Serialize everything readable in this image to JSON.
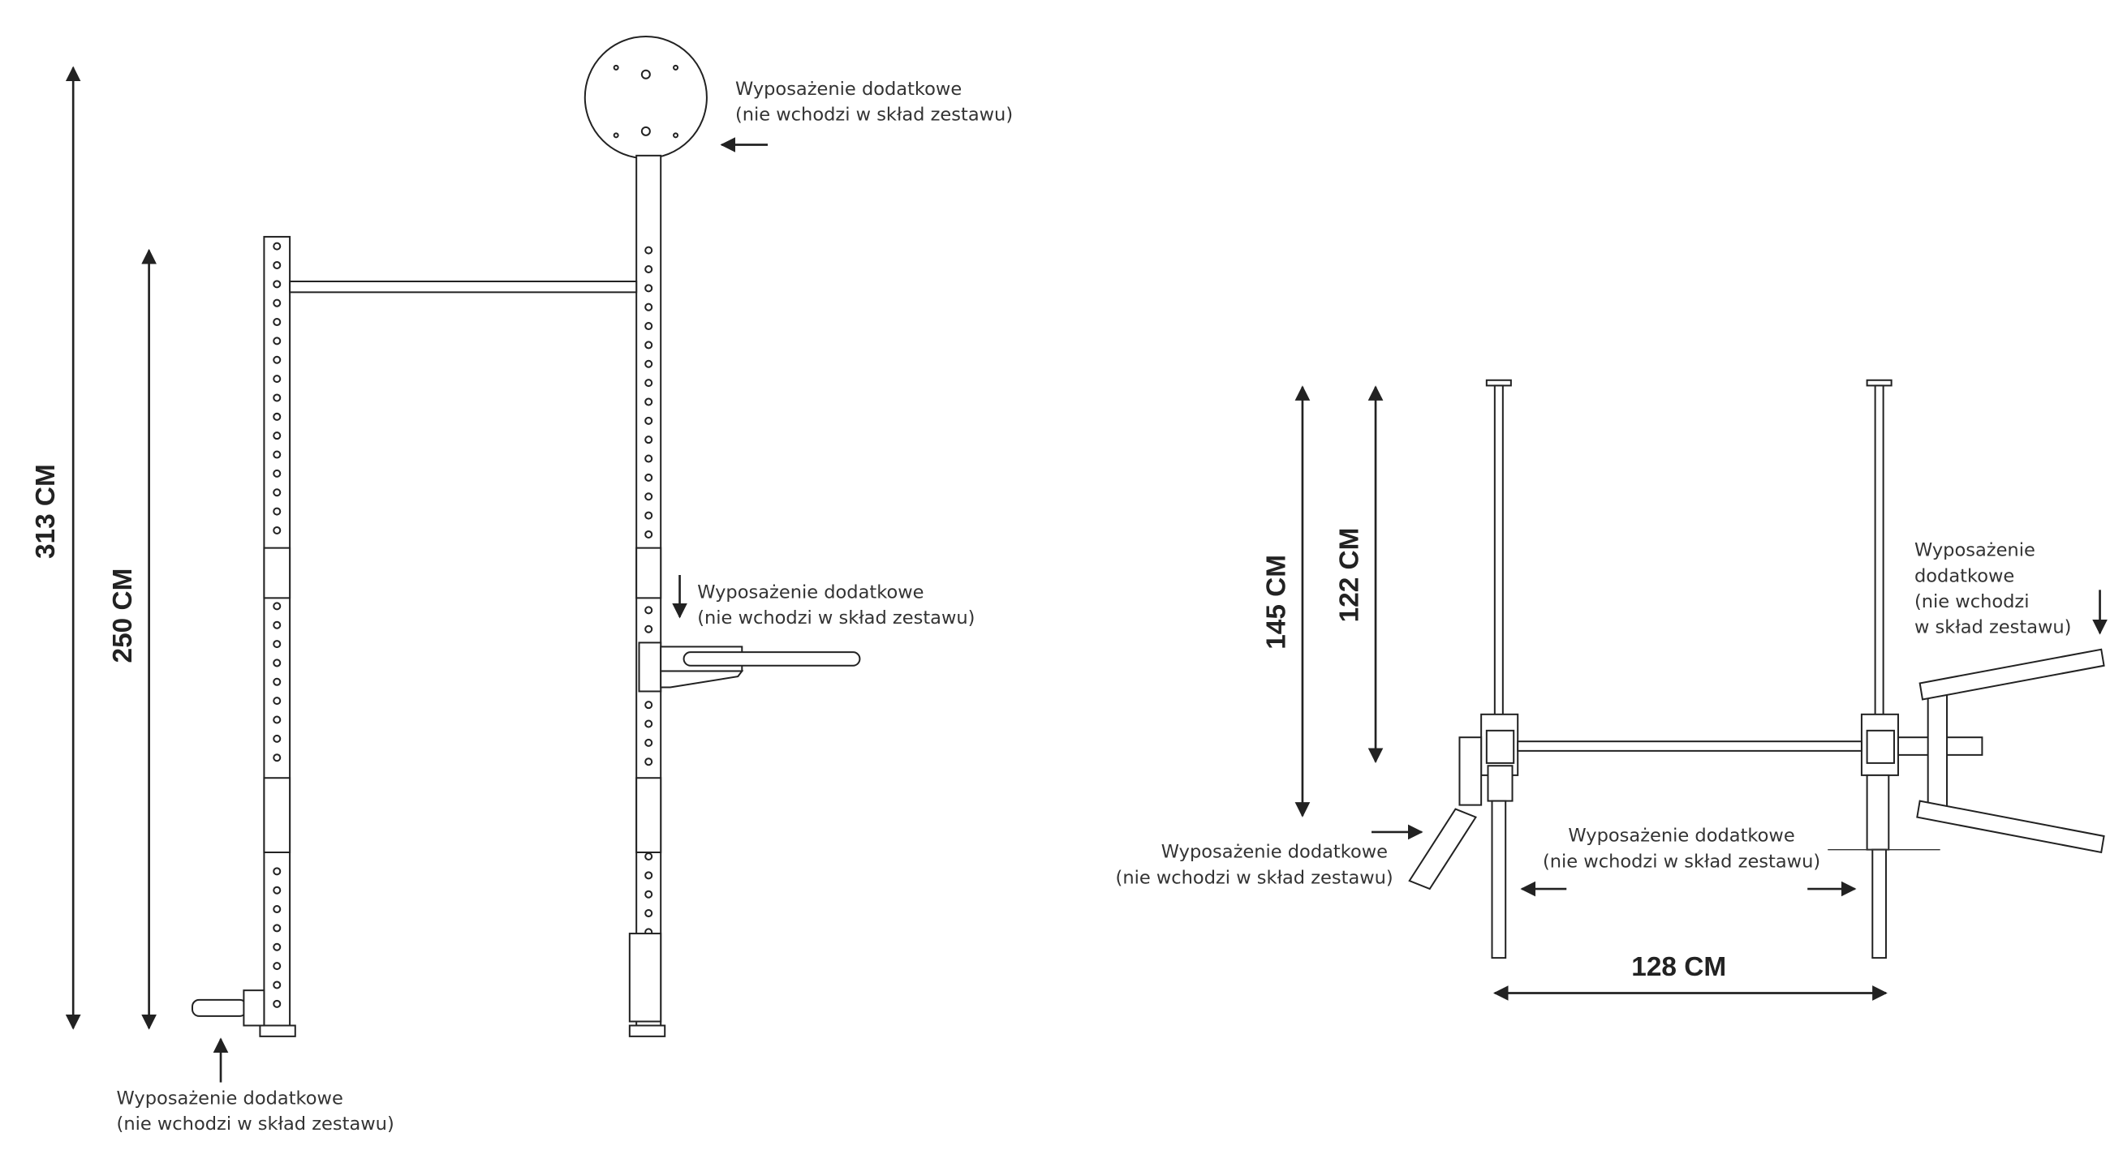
{
  "dimensions": {
    "overall_height": "313 CM",
    "pullup_height": "250 CM",
    "wall_depth_outer": "145 CM",
    "wall_depth_inner": "122 CM",
    "width": "128 CM"
  },
  "notes": {
    "line1": "Wyposażenie dodatkowe",
    "line2": "(nie wchodzi w skład zestawu)",
    "split_line1": "Wyposażenie",
    "split_line2": "dodatkowe",
    "split_line3": "(nie wchodzi",
    "split_line4": "w skład zestawu)"
  }
}
